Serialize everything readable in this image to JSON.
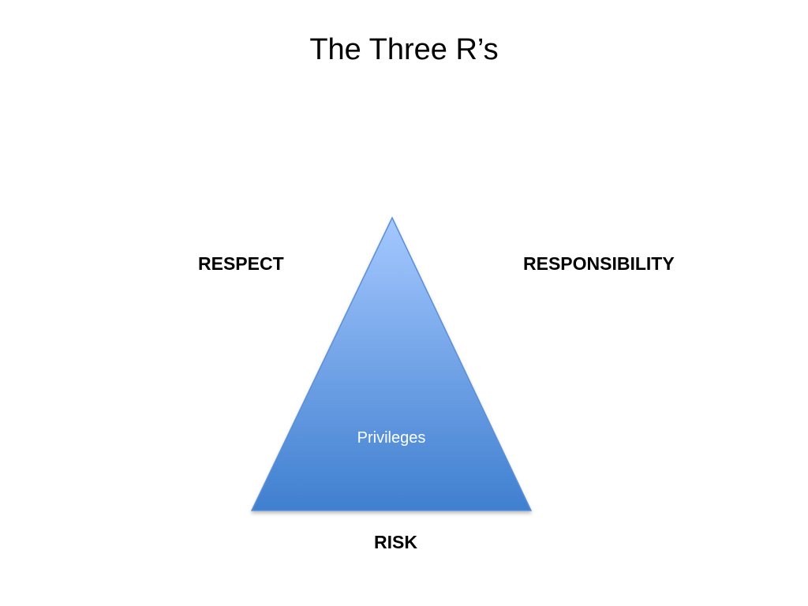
{
  "slide": {
    "title": "The Three R’s"
  },
  "diagram": {
    "center_label": "Privileges",
    "labels": {
      "top_left": "RESPECT",
      "top_right": "RESPONSIBILITY",
      "bottom": "RISK"
    },
    "colors": {
      "triangle_top": "#A5C8FF",
      "triangle_bottom": "#3F7FCF",
      "triangle_stroke": "#5B8FD6"
    }
  }
}
